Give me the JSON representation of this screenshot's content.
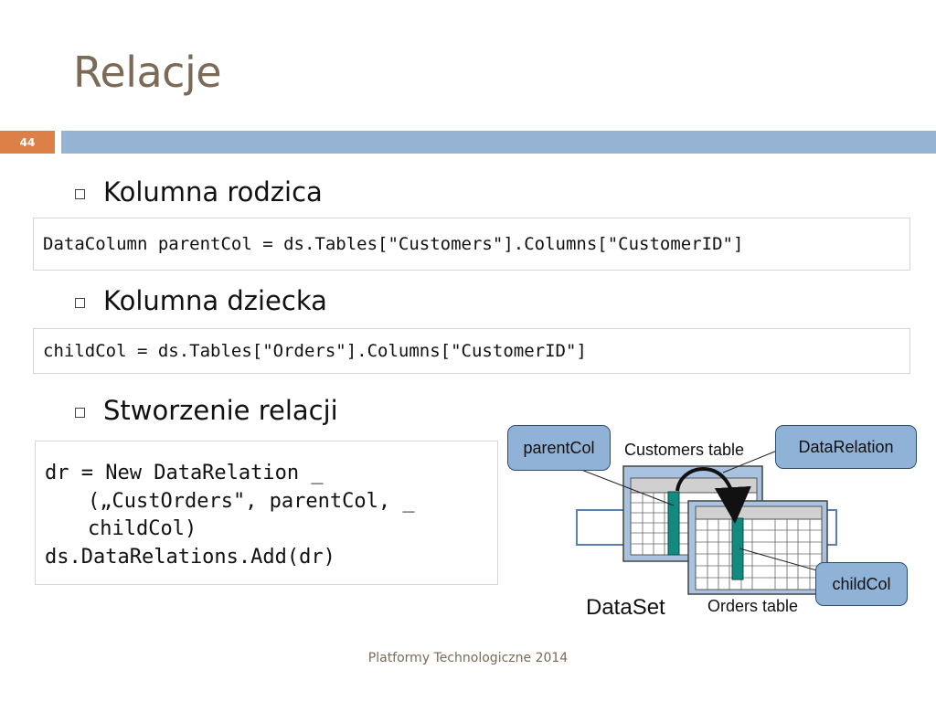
{
  "slide": {
    "title": "Relacje",
    "number": "44",
    "footer": "Platformy Technologiczne 2014"
  },
  "bullets": [
    {
      "text": "Kolumna rodzica"
    },
    {
      "text": "Kolumna dziecka"
    },
    {
      "text": "Stworzenie relacji"
    }
  ],
  "code": {
    "parent": "DataColumn parentCol = ds.Tables[\"Customers\"].Columns[\"CustomerID\"]",
    "child": "childCol = ds.Tables[\"Orders\"].Columns[\"CustomerID\"]",
    "relation": [
      "dr = New DataRelation _",
      "(„CustOrders\", parentCol, _",
      "childCol)",
      "ds.DataRelations.Add(dr)"
    ]
  },
  "diagram": {
    "callout_parent": "parentCol",
    "callout_relation": "DataRelation",
    "callout_child": "childCol",
    "label_customers": "Customers table",
    "label_orders": "Orders table",
    "label_dataset": "DataSet",
    "colors": {
      "callout_fill": "#8fb2d6",
      "table_fill": "#a9c2df",
      "column_fill": "#138a80"
    }
  }
}
